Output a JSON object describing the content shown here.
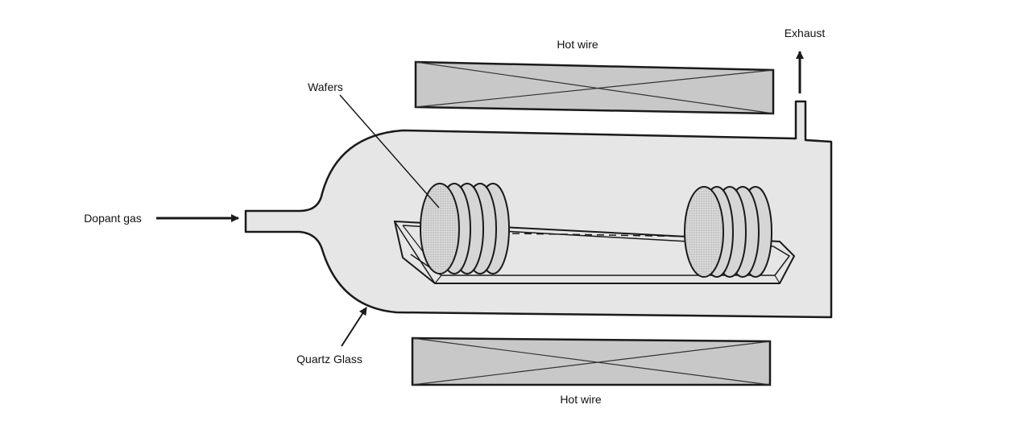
{
  "labels": {
    "hot_wire_top": "Hot wire",
    "hot_wire_bottom": "Hot wire",
    "exhaust": "Exhaust",
    "wafers": "Wafers",
    "dopant_gas": "Dopant gas",
    "quartz_glass": "Quartz Glass"
  },
  "colors": {
    "tube_fill": "#e6e6e6",
    "heater_fill": "#c8c8c8",
    "wafer_fill": "#d6d6d6",
    "stroke": "#1a1a1a"
  }
}
